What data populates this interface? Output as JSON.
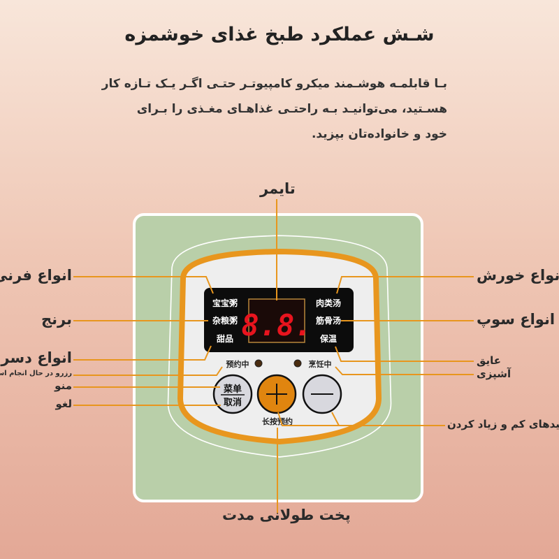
{
  "header": {
    "title": "شـش عملکرد طبخ غذای خوشمزه",
    "paragraph_lines": [
      "بـا قابلمـه هوشـمند میکرو کامپیوتـر حتـی اگـر یـک تـازه کار",
      "هسـتید، می‌توانیـد بـه راحتـی غذاهـای مغـذی را بـرای",
      "خود و خانواده‌تان بپزید."
    ]
  },
  "labels": {
    "timer": "تایمر",
    "baked": "انواع فرنی",
    "rice": "برنج",
    "dessert": "انواع دسر",
    "reserving": "رزرو در حال انجام است",
    "menu": "منو",
    "cancel": "لغو",
    "stew": "انواع خورش",
    "soup": "انواع سوپ",
    "keep_warm": "عایق",
    "cooking": "آشپزی",
    "plus_minus_keys": "کلیدهای کم و زیاد کردن",
    "long_cooking": "پخت طولانی مدت"
  },
  "device": {
    "display": "8.8.",
    "left_modes": [
      "宝宝粥",
      "杂粮粥",
      "甜品"
    ],
    "right_modes": [
      "肉类汤",
      "筋骨汤",
      "保温"
    ],
    "reserve_indicator": "预约中",
    "cooking_indicator": "烹饪中",
    "menu_button_top": "菜单",
    "menu_button_bottom": "取消",
    "long_press_label": "长按预约"
  },
  "colors": {
    "accent": "#e8961e",
    "panel_green": "#b9cfa9",
    "display_red": "#e8141e",
    "plus_button": "#e0850f"
  }
}
